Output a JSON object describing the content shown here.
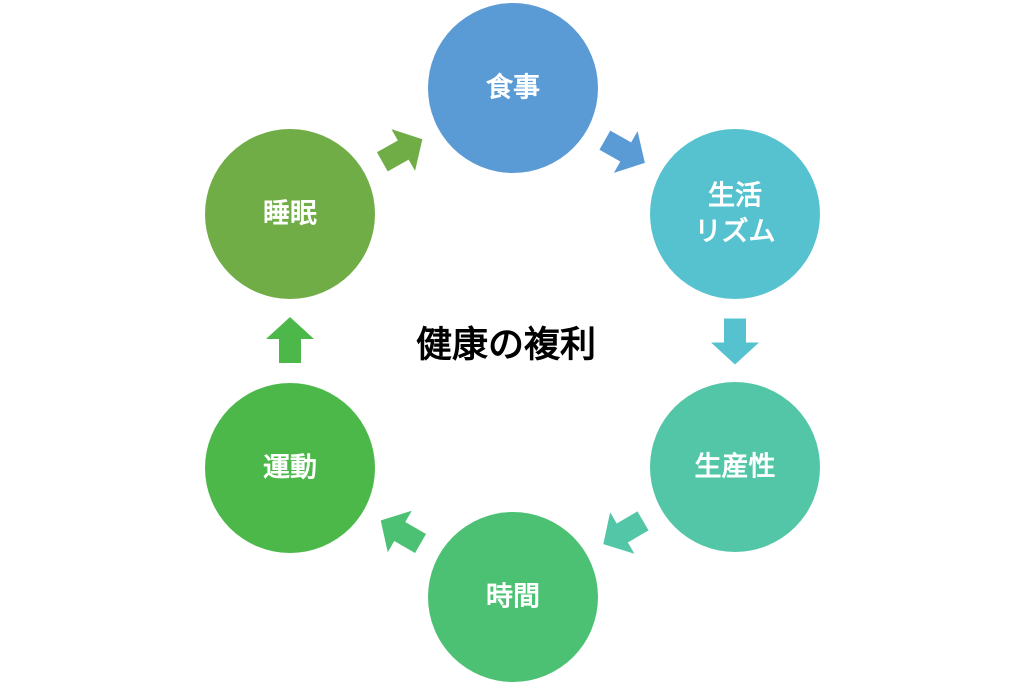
{
  "diagram": {
    "title": "健康の複利",
    "nodes": [
      {
        "id": "meal",
        "lines": [
          "食事"
        ],
        "color": "#5b9bd5"
      },
      {
        "id": "rhythm",
        "lines": [
          "生活",
          "リズム"
        ],
        "color": "#56c2cf"
      },
      {
        "id": "productivity",
        "lines": [
          "生産性"
        ],
        "color": "#52c6a6"
      },
      {
        "id": "time",
        "lines": [
          "時間"
        ],
        "color": "#4cc173"
      },
      {
        "id": "exercise",
        "lines": [
          "運動"
        ],
        "color": "#4cb84a"
      },
      {
        "id": "sleep",
        "lines": [
          "睡眠"
        ],
        "color": "#70ad47"
      }
    ],
    "arrows": [
      {
        "from": "meal",
        "to": "rhythm",
        "color": "#5b9bd5"
      },
      {
        "from": "rhythm",
        "to": "productivity",
        "color": "#56c2cf"
      },
      {
        "from": "productivity",
        "to": "time",
        "color": "#52c6a6"
      },
      {
        "from": "time",
        "to": "exercise",
        "color": "#4cc173"
      },
      {
        "from": "exercise",
        "to": "sleep",
        "color": "#4cb84a"
      },
      {
        "from": "sleep",
        "to": "meal",
        "color": "#70ad47"
      }
    ]
  }
}
